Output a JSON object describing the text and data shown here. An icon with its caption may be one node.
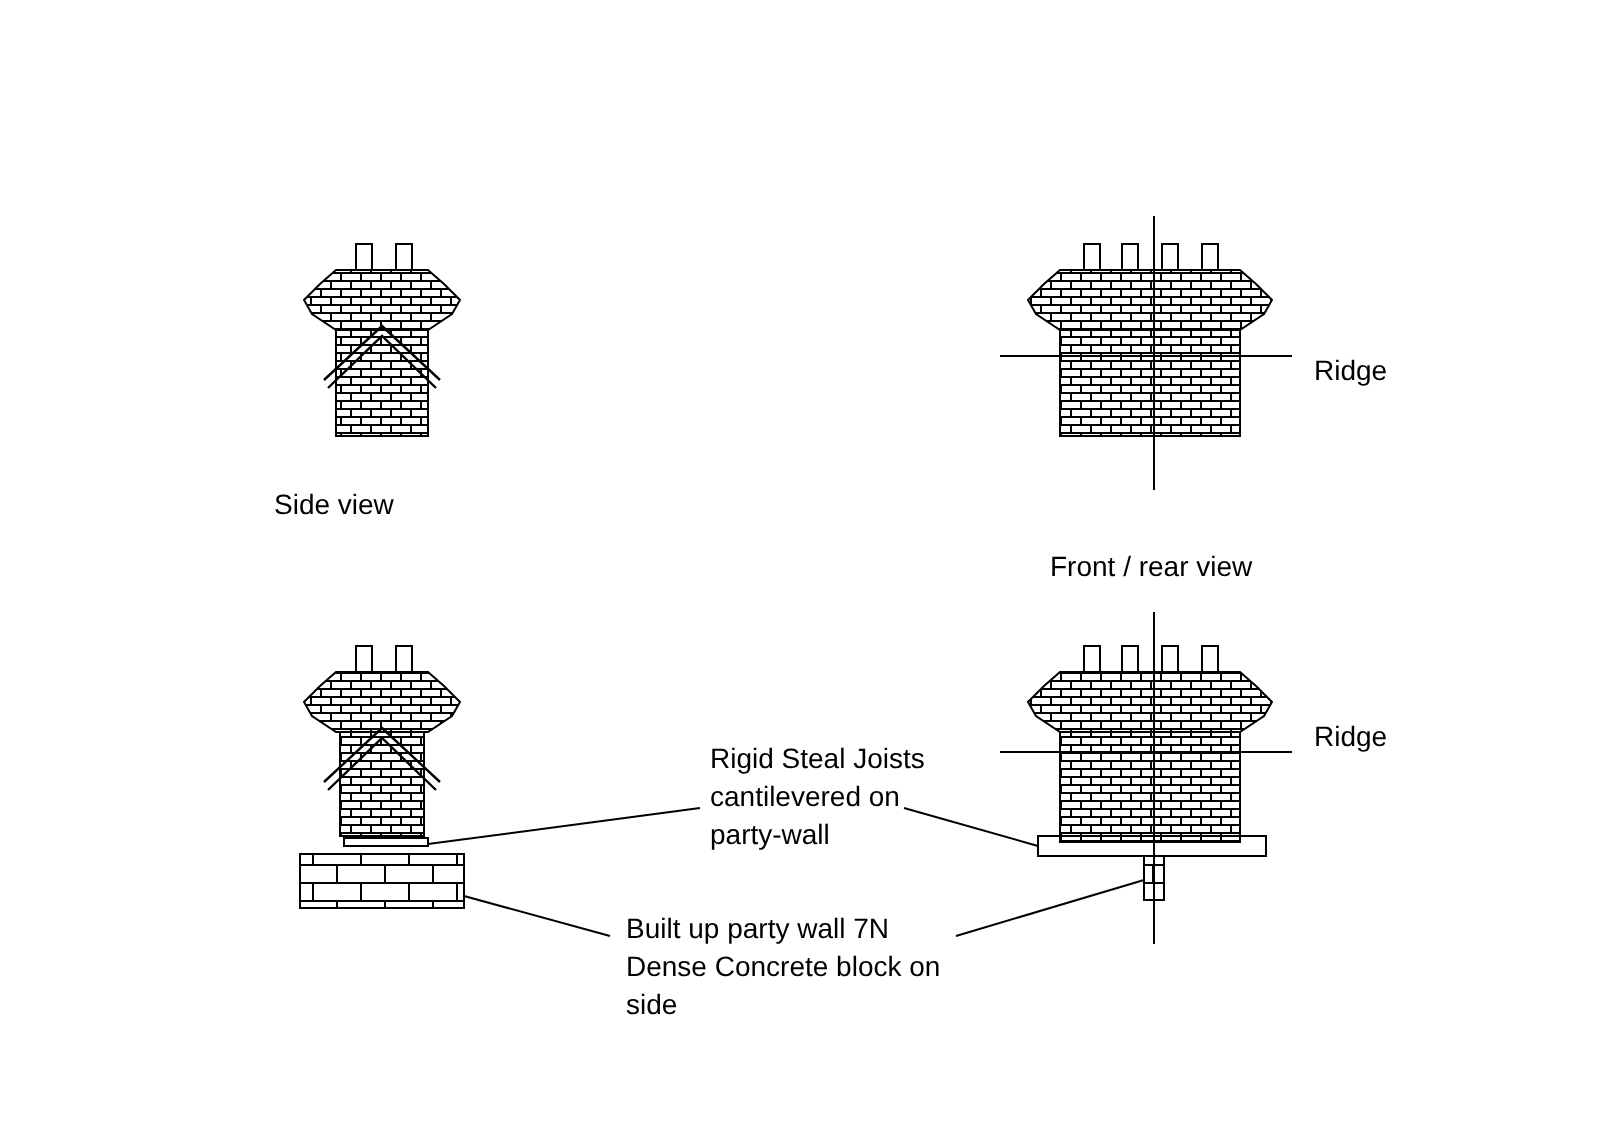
{
  "diagram": {
    "nodes": [
      {
        "text": [
          "Rigid Steal Joists cantilevered on party-wall"
        ]
      },
      {
        "text": [],
        "shape": "bar"
      },
      {
        "text": [],
        "shape": "bar"
      },
      {
        "text": [
          "Built up party wall 7N Dense Concrete block on side"
        ]
      },
      {
        "text": [],
        "shape": "box"
      },
      {
        "text": [],
        "shape": "box"
      }
    ],
    "edges": [
      {
        "from": 0,
        "to": 1,
        "arrow": "none"
      },
      {
        "from": 0,
        "to": 2,
        "arrow": "none"
      },
      {
        "from": 3,
        "to": 4,
        "arrow": "none"
      },
      {
        "from": 3,
        "to": 5,
        "arrow": "none"
      }
    ],
    "labels": [
      "Side view",
      "Ridge",
      "Front / rear view",
      "Ridge"
    ]
  }
}
